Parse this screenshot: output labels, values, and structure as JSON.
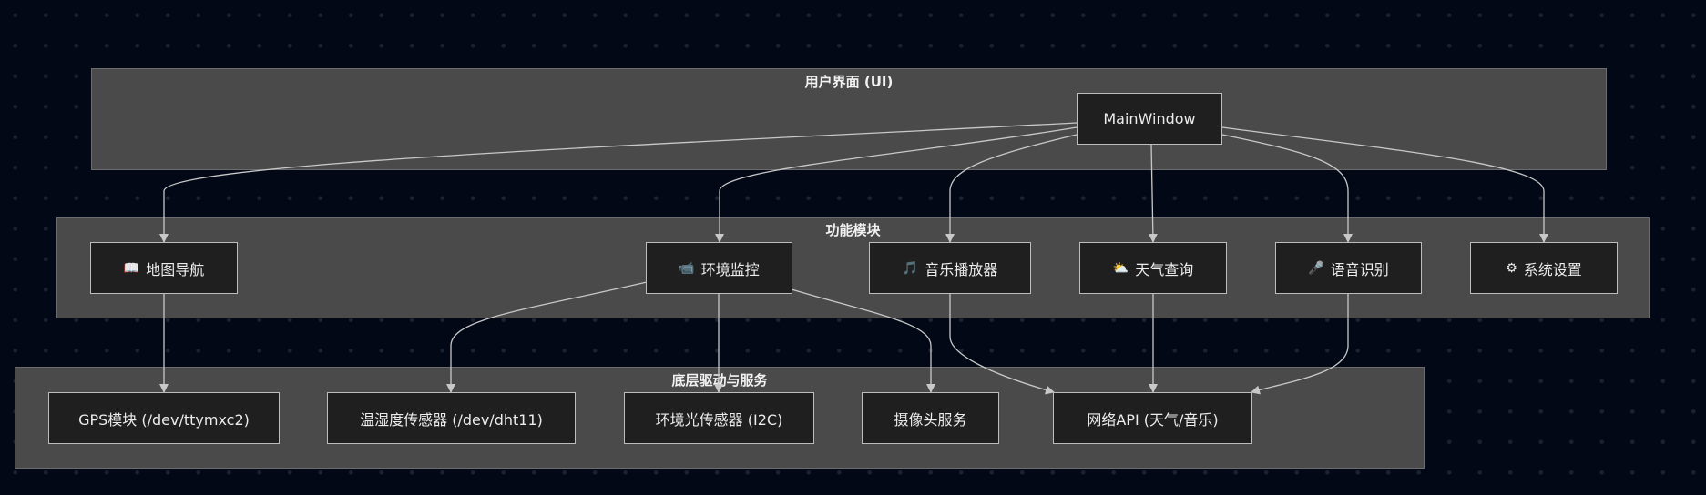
{
  "colors": {
    "background": "#030816",
    "cluster_fill": "#4a4a4a",
    "node_fill": "#1f1f1f",
    "edge": "#c8c8c8",
    "text": "#ececec"
  },
  "clusters": {
    "ui": {
      "title": "用户界面 (UI)"
    },
    "features": {
      "title": "功能模块"
    },
    "drivers": {
      "title": "底层驱动与服务"
    }
  },
  "nodes": {
    "main_window": {
      "label": "MainWindow"
    },
    "map_nav": {
      "label": "地图导航",
      "icon": "📖",
      "icon_name": "open-book-icon"
    },
    "env_monitor": {
      "label": "环境监控",
      "icon": "📹",
      "icon_name": "video-camera-icon"
    },
    "music_player": {
      "label": "音乐播放器",
      "icon": "🎵",
      "icon_name": "music-note-icon"
    },
    "weather": {
      "label": "天气查询",
      "icon": "⛅",
      "icon_name": "sun-behind-cloud-icon"
    },
    "voice": {
      "label": "语音识别",
      "icon": "🎤",
      "icon_name": "microphone-icon"
    },
    "settings": {
      "label": "系统设置",
      "icon": "⚙",
      "icon_name": "gear-icon"
    },
    "gps": {
      "label": "GPS模块 (/dev/ttymxc2)"
    },
    "temp_humidity": {
      "label": "温湿度传感器 (/dev/dht11)"
    },
    "light_sensor": {
      "label": "环境光传感器 (I2C)"
    },
    "camera_service": {
      "label": "摄像头服务"
    },
    "network_api": {
      "label": "网络API (天气/音乐)"
    }
  },
  "edges": [
    {
      "from": "MainWindow",
      "to": "地图导航"
    },
    {
      "from": "MainWindow",
      "to": "环境监控"
    },
    {
      "from": "MainWindow",
      "to": "音乐播放器"
    },
    {
      "from": "MainWindow",
      "to": "天气查询"
    },
    {
      "from": "MainWindow",
      "to": "语音识别"
    },
    {
      "from": "MainWindow",
      "to": "系统设置"
    },
    {
      "from": "地图导航",
      "to": "GPS模块 (/dev/ttymxc2)"
    },
    {
      "from": "环境监控",
      "to": "温湿度传感器 (/dev/dht11)"
    },
    {
      "from": "环境监控",
      "to": "环境光传感器 (I2C)"
    },
    {
      "from": "环境监控",
      "to": "摄像头服务"
    },
    {
      "from": "音乐播放器",
      "to": "网络API (天气/音乐)"
    },
    {
      "from": "天气查询",
      "to": "网络API (天气/音乐)"
    },
    {
      "from": "语音识别",
      "to": "网络API (天气/音乐)"
    }
  ]
}
